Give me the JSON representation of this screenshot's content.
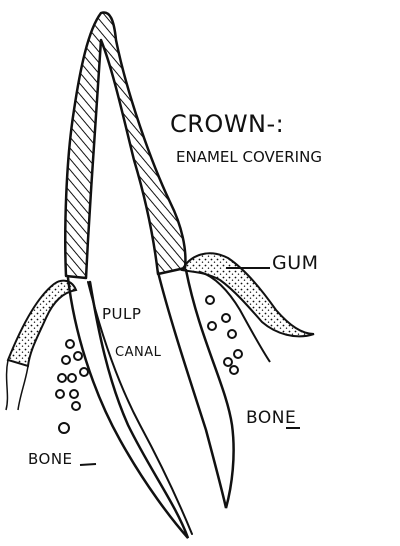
{
  "labels": {
    "crown": "CROWN-:",
    "enamel": "ENAMEL COVERING",
    "gum": "GUM",
    "pulp": "PULP",
    "canal": "CANAL",
    "bone_right": "BONE",
    "bone_left": "BONE"
  },
  "colors": {
    "ink": "#111111",
    "paper": "#ffffff"
  }
}
